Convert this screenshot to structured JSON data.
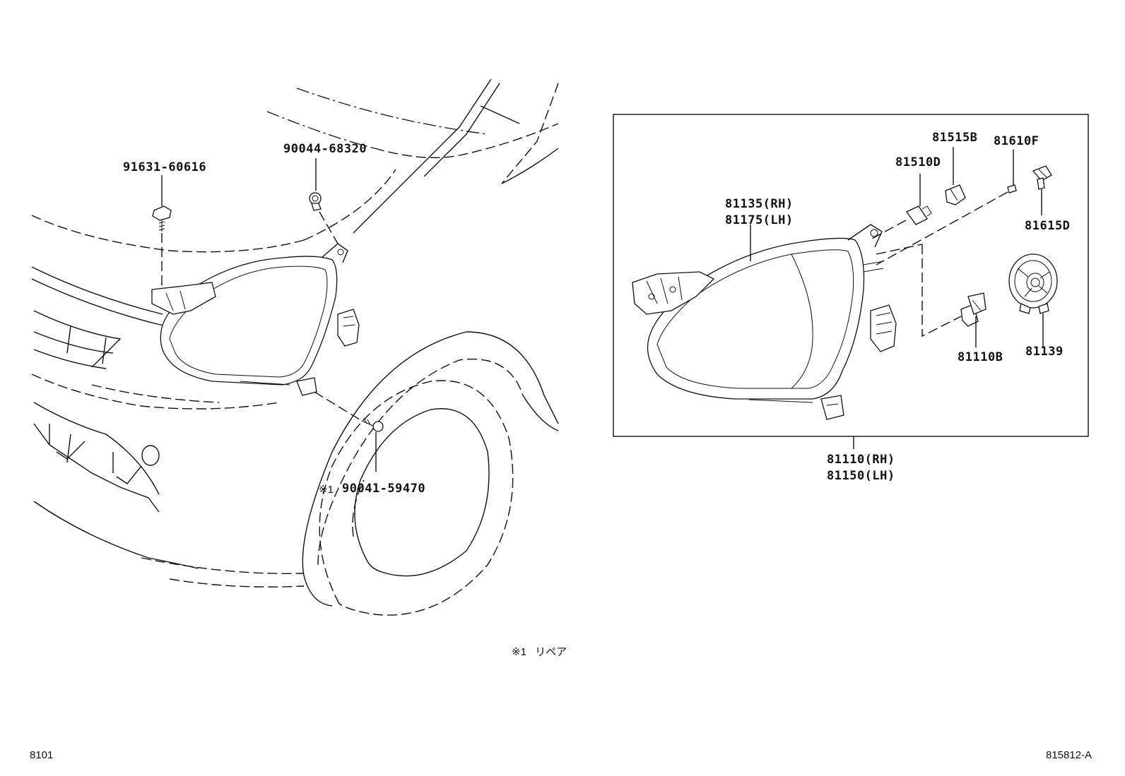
{
  "labels": {
    "p91631": "91631-60616",
    "p90044": "90044-68320",
    "p90041": "90041-59470",
    "repair_mark": "※1",
    "repair_note_mark": "※1",
    "repair_note_text": "リペア",
    "p81135_rh": "81135(RH)",
    "p81175_lh": "81175(LH)",
    "p81510d": "81510D",
    "p81515b": "81515B",
    "p81610f": "81610F",
    "p81615d": "81615D",
    "p81110b": "81110B",
    "p81139": "81139",
    "p81110_rh": "81110(RH)",
    "p81150_lh": "81150(LH)"
  },
  "footer": {
    "page_code": "8101",
    "figure_id": "815812-A"
  }
}
